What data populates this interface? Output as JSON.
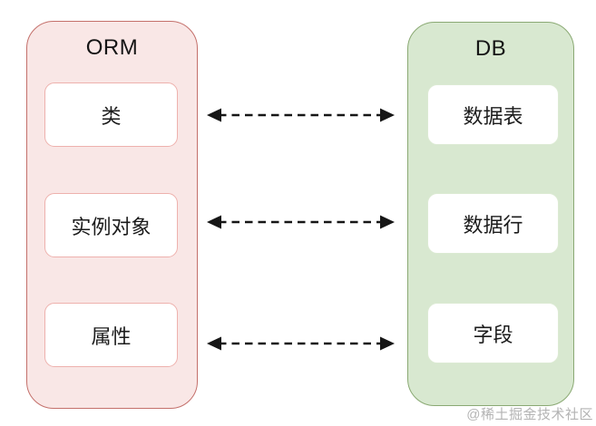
{
  "diagram": {
    "left_panel": {
      "title": "ORM",
      "items": [
        {
          "label": "类"
        },
        {
          "label": "实例对象"
        },
        {
          "label": "属性"
        }
      ],
      "fill_color": "#f9e7e6",
      "border_color": "#c4706b",
      "node_border_color": "#eeb1ad"
    },
    "right_panel": {
      "title": "DB",
      "items": [
        {
          "label": "数据表"
        },
        {
          "label": "数据行"
        },
        {
          "label": "字段"
        }
      ],
      "fill_color": "#d8e8d0",
      "border_color": "#8aa973",
      "node_border_color": "#dcead3"
    },
    "connections": [
      {
        "from": "类",
        "to": "数据表",
        "style": "dashed-double-arrow"
      },
      {
        "from": "实例对象",
        "to": "数据行",
        "style": "dashed-double-arrow"
      },
      {
        "from": "属性",
        "to": "字段",
        "style": "dashed-double-arrow"
      }
    ],
    "arrow_color": "#161616",
    "watermark": "@稀土掘金技术社区"
  }
}
